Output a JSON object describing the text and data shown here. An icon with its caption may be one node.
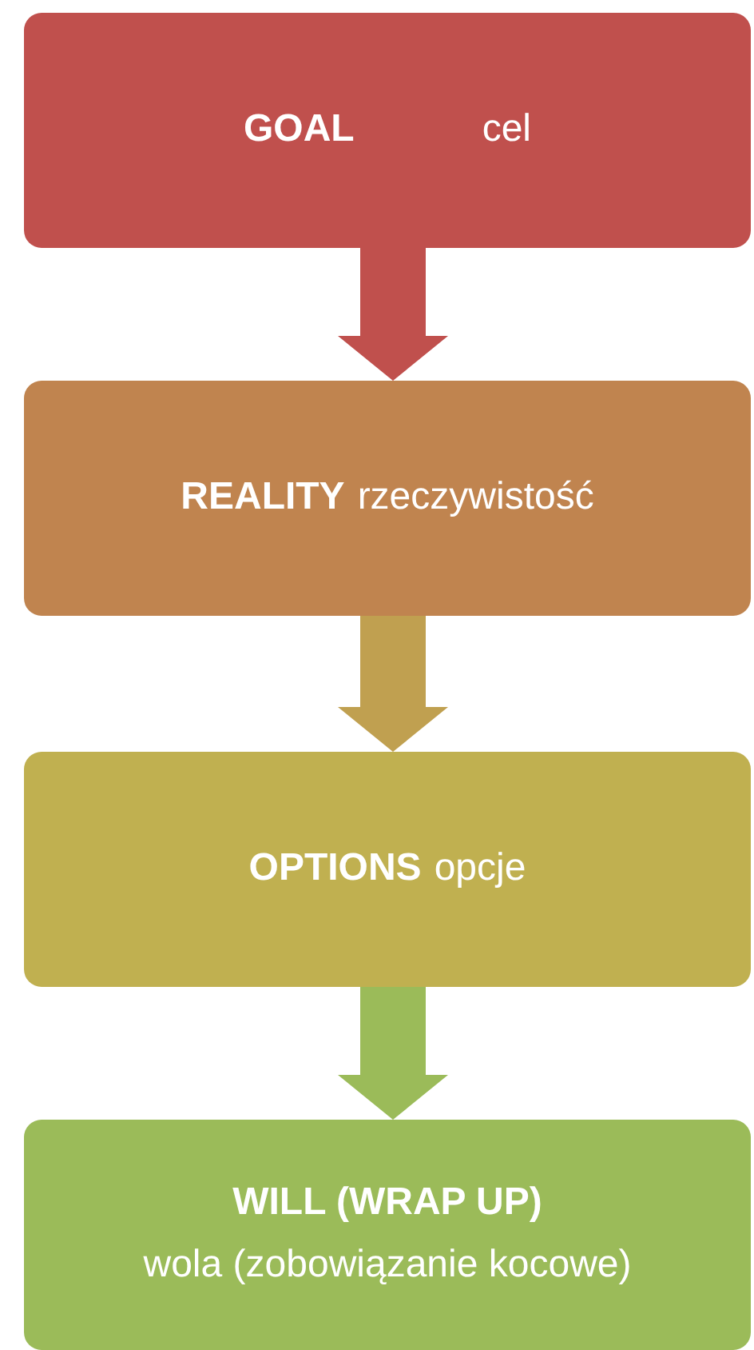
{
  "diagram": {
    "nodes": [
      {
        "text": [
          "GOAL",
          "cel"
        ]
      },
      {
        "text": [
          "REALITY",
          "rzeczywistość"
        ]
      },
      {
        "text": [
          "OPTIONS",
          "opcje"
        ]
      },
      {
        "text": [
          "WILL (WRAP UP)",
          "wola (zobowiązanie kocowe)"
        ]
      }
    ],
    "edges": [
      {
        "from": 0,
        "to": 1,
        "arrow": "to",
        "color": "#c0504d"
      },
      {
        "from": 1,
        "to": 2,
        "arrow": "to",
        "color": "#c0a050"
      },
      {
        "from": 2,
        "to": 3,
        "arrow": "to",
        "color": "#9bbb59"
      }
    ]
  }
}
